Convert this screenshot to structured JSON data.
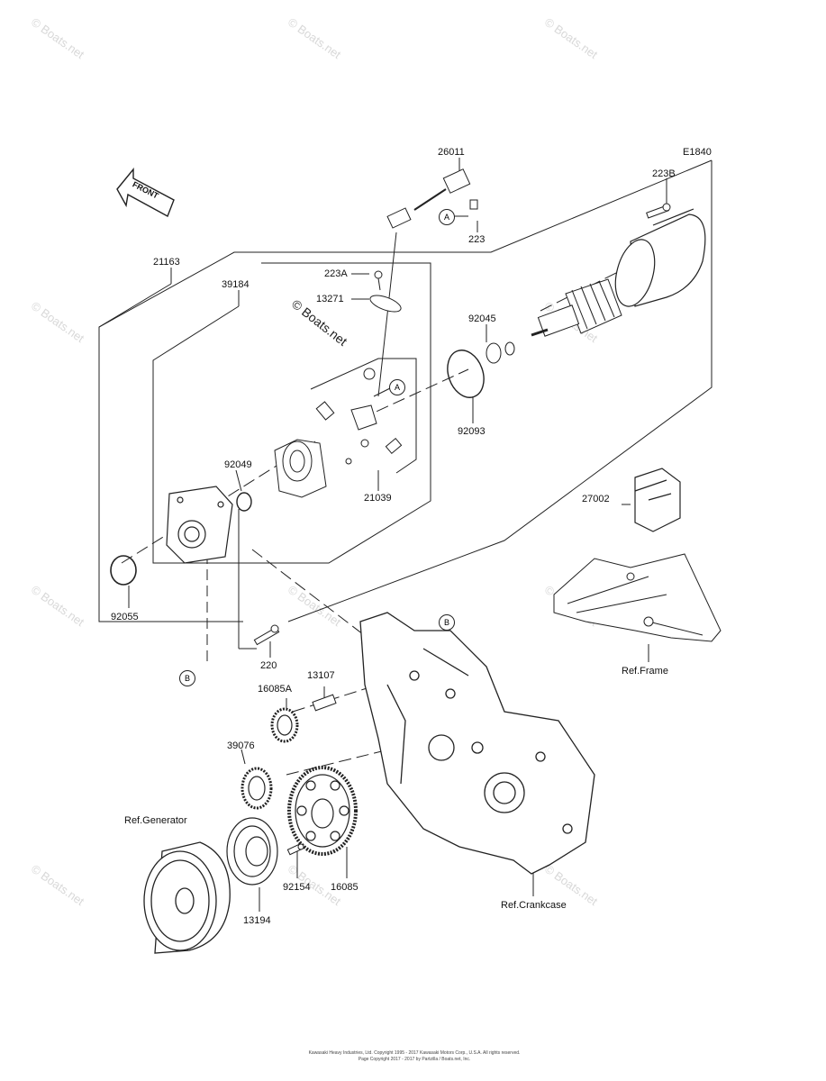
{
  "diagram_code": "E1840",
  "front_label": "FRONT",
  "watermark_text": "© Boats.net",
  "center_watermark": "© Boats.net",
  "callouts": {
    "a": "A",
    "b": "B"
  },
  "parts": {
    "p26011": "26011",
    "p223B": "223B",
    "p223": "223",
    "p21163": "21163",
    "p39184": "39184",
    "p223A": "223A",
    "p13271": "13271",
    "p92045": "92045",
    "p92093": "92093",
    "p92049": "92049",
    "p21039": "21039",
    "p27002": "27002",
    "p92055": "92055",
    "p220": "220",
    "p13107": "13107",
    "p16085A": "16085A",
    "p39076": "39076",
    "p16085": "16085",
    "p92154": "92154",
    "p13194": "13194"
  },
  "refs": {
    "frame": "Ref.Frame",
    "generator": "Ref.Generator",
    "crankcase": "Ref.Crankcase"
  },
  "copyright": {
    "line1": "Kawasaki Heavy Industries, Ltd. Copyright 1995 - 2017 Kawasaki Motors Corp., U.S.A. All rights reserved.",
    "line2": "Page Copyright 2017 - 2017 by Partzilla / Boats.net, Inc."
  }
}
